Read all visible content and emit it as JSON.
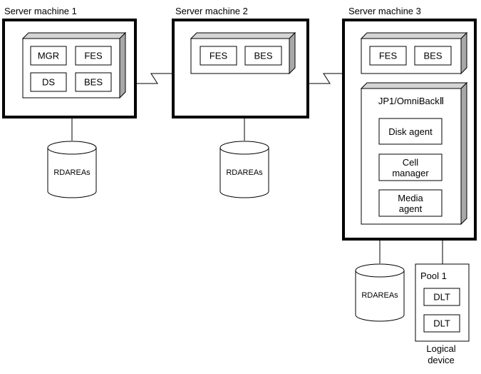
{
  "servers": [
    {
      "title": "Server machine 1",
      "components": [
        "MGR",
        "FES",
        "DS",
        "BES"
      ],
      "storage": "RDAREAs"
    },
    {
      "title": "Server machine 2",
      "components": [
        "FES",
        "BES"
      ],
      "storage": "RDAREAs"
    },
    {
      "title": "Server machine 3",
      "components": [
        "FES",
        "BES"
      ],
      "storage": "RDAREAs",
      "backup": {
        "title": "JP1/OmniBackⅡ",
        "items": [
          {
            "line1": "Disk agent",
            "line2": ""
          },
          {
            "line1": "Cell",
            "line2": "manager"
          },
          {
            "line1": "Media",
            "line2": "agent"
          }
        ]
      }
    }
  ],
  "pool": {
    "title": "Pool 1",
    "devices": [
      "DLT",
      "DLT"
    ],
    "caption_line1": "Logical",
    "caption_line2": "device"
  }
}
